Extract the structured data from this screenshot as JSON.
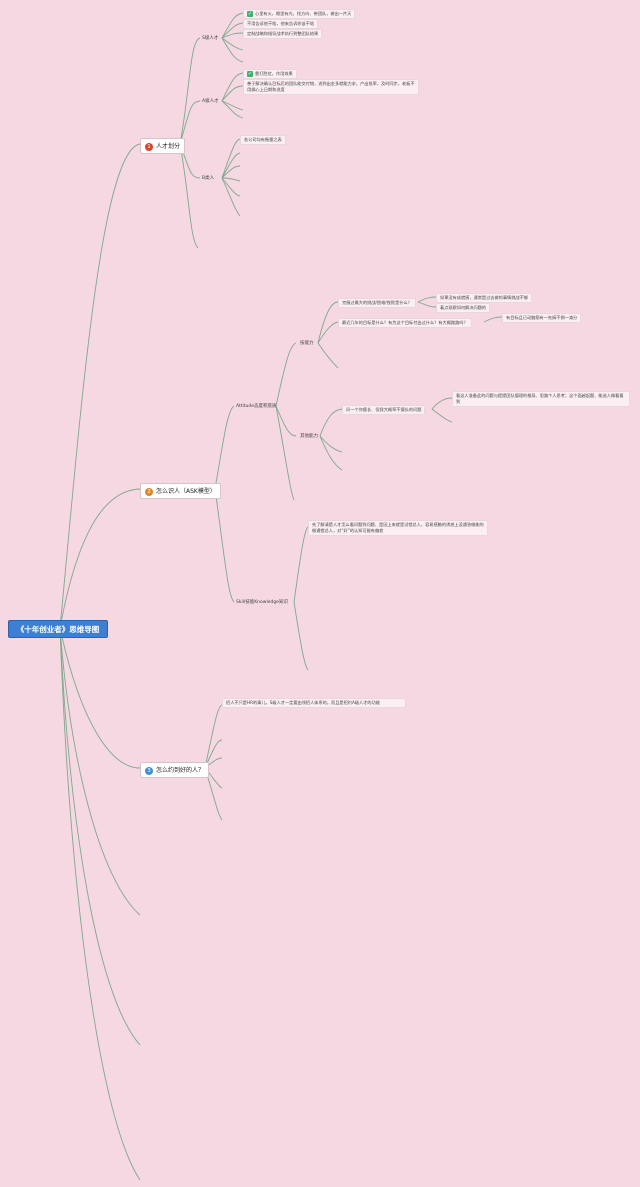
{
  "root": {
    "title": "《十年创业者》思维导图"
  },
  "colors": {
    "background": "#f5d8e1",
    "root": "#3f7fd3",
    "line": "#7fa88e",
    "num1": "#d9452c",
    "num2": "#e0842a",
    "num3": "#3f8fd3"
  },
  "branches": [
    {
      "num": "1",
      "label": "人才划分"
    },
    {
      "num": "2",
      "label": "怎么识人（ASK模型）"
    },
    {
      "num": "3",
      "label": "怎么约到好的人？"
    }
  ],
  "talent": {
    "s_label": "S级人才",
    "a_label": "A级人才",
    "b_label": "B类人",
    "s_items": [
      "心里有火，眼里有光，找方向、带团队，做出一片天",
      "不用告诉他干啥，他来告诉你该干啥",
      "定制战略和指导战术执行到整团队结果"
    ],
    "a_items": [
      "靠打胜仗，作用效果",
      "善于解决确认目标后的团队能交付物，进到出金多就能力求，产出批率，及时同步，老板不用操心上日期和进度"
    ],
    "b_items": [
      "各公司均有衡量之表"
    ]
  },
  "ask": {
    "attitude_label": "Attitude态度积底质",
    "ability_label": "技能力",
    "other_label": "其他能力",
    "knowledge_label": "Skill技能Knowledge知识",
    "ability_q1": "克服过最大的挑战/困难/挫败是什么？",
    "ability_q1_answers": [
      "如果没有成就感，通常是过去做的事情挑战不够",
      "着点观察如何解决问题的"
    ],
    "ability_q2": "最近几年的目标是什么？有为这个目标付出过什么？有大概路路吗？",
    "ability_q2_answer": "有目标且已动脑筋有一先搞不倒一减分",
    "other_q": "问一个你擅长、但我大概率不擅长的问题",
    "other_answer": "看这人准备此的问题与提提团队擅理的格局、思路个人思考；这个面越起题、能选人做看看到",
    "knowledge_note": "先了解清楚人才怎么看问题到问题、是因上来就是试错总人，容易感触的诱惑上没通答做能的做通错总人，对“好”的认知可能有偏差"
  },
  "invite": {
    "note": "招人不只是HR的事儿，S级人才一定要由领招人体系的。而且是招约A级人才的功能"
  }
}
